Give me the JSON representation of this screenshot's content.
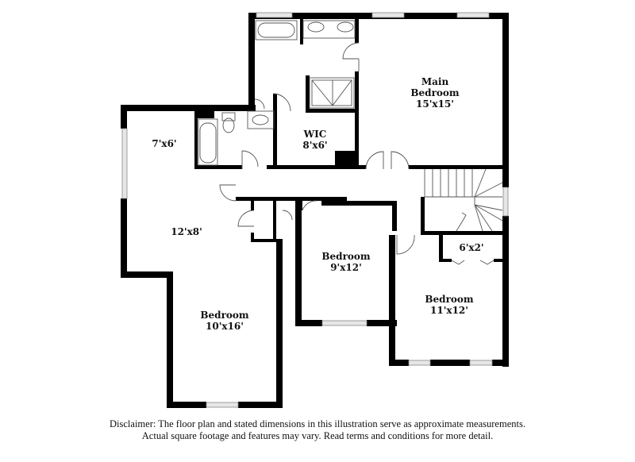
{
  "floor_plan": {
    "rooms": [
      {
        "id": "main-bedroom",
        "name": "Main Bedroom",
        "name_lines": [
          "Main",
          "Bedroom"
        ],
        "dimensions": "15'x15'"
      },
      {
        "id": "wic",
        "name": "WIC",
        "name_lines": [
          "WIC"
        ],
        "dimensions": "8'x6'"
      },
      {
        "id": "room-7x6",
        "name": "",
        "name_lines": [],
        "dimensions": "7'x6'"
      },
      {
        "id": "room-12x8",
        "name": "",
        "name_lines": [],
        "dimensions": "12'x8'"
      },
      {
        "id": "bedroom-10x16",
        "name": "Bedroom",
        "name_lines": [
          "Bedroom"
        ],
        "dimensions": "10'x16'"
      },
      {
        "id": "bedroom-9x12",
        "name": "Bedroom",
        "name_lines": [
          "Bedroom"
        ],
        "dimensions": "9'x12'"
      },
      {
        "id": "bedroom-11x12",
        "name": "Bedroom",
        "name_lines": [
          "Bedroom"
        ],
        "dimensions": "11'x12'"
      },
      {
        "id": "closet-6x2",
        "name": "",
        "name_lines": [],
        "dimensions": "6'x2'"
      }
    ],
    "colors": {
      "wall": "#000000",
      "fixture": "#555555",
      "window": "#cccccc",
      "background": "#ffffff"
    }
  },
  "disclaimer": {
    "line1": "Disclaimer: The floor plan and stated dimensions in this illustration serve as approximate measurements.",
    "line2": "Actual square footage and features may vary. Read terms and conditions for more detail."
  }
}
